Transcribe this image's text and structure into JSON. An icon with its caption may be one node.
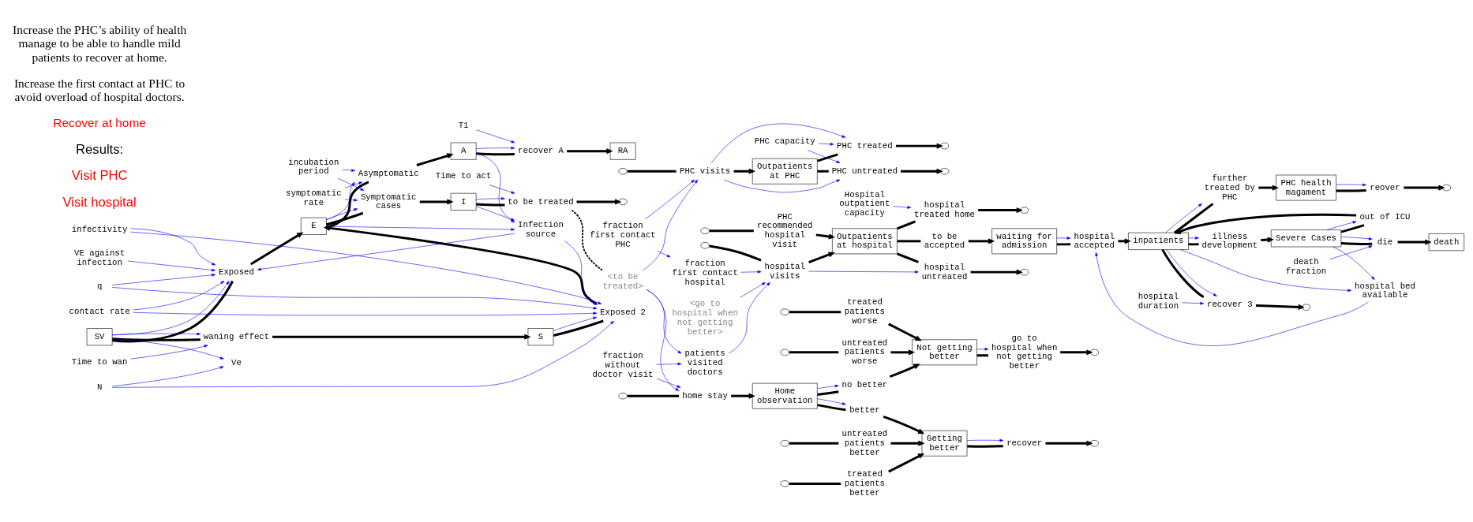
{
  "diagram": {
    "nodes": [
      {
        "text": [
          "SV"
        ]
      },
      {
        "text": [
          "S"
        ]
      },
      {
        "text": [
          "E"
        ]
      },
      {
        "text": [
          "A"
        ]
      },
      {
        "text": [
          "I"
        ]
      },
      {
        "text": [
          "RA"
        ]
      },
      {
        "text": [
          "Exposed"
        ]
      },
      {
        "text": [
          "Exposed 2"
        ]
      },
      {
        "text": [
          "waning effect"
        ]
      },
      {
        "text": [
          "Asymptomatic"
        ]
      },
      {
        "text": [
          "Symptomatic cases"
        ]
      },
      {
        "text": [
          "recover A"
        ]
      },
      {
        "text": [
          "to be treated"
        ]
      },
      {
        "text": [
          "Time to wan"
        ]
      },
      {
        "text": [
          "VE against infection"
        ]
      },
      {
        "text": [
          "Ve"
        ]
      },
      {
        "text": [
          "incubation period"
        ]
      },
      {
        "text": [
          "symptomatic rate"
        ]
      },
      {
        "text": [
          "T1"
        ]
      },
      {
        "text": [
          "contact rate"
        ]
      },
      {
        "text": [
          "N"
        ]
      },
      {
        "text": [
          "infectivity"
        ]
      },
      {
        "text": [
          "q"
        ]
      },
      {
        "text": [
          "Infection source"
        ]
      },
      {
        "text": [
          "Time to act"
        ]
      },
      {
        "text": [
          "<go to hospital when not getting better>"
        ]
      },
      {
        "text": [
          "Hospital outpatient capacity"
        ]
      },
      {
        "text": [
          "PHC recommended hospital visit"
        ]
      },
      {
        "text": [
          "Outpatients at hospital"
        ]
      },
      {
        "text": [
          "waiting for admission"
        ]
      },
      {
        "text": [
          "inpatients"
        ]
      },
      {
        "text": [
          "Severe Cases"
        ]
      },
      {
        "text": [
          "death"
        ]
      },
      {
        "text": [
          "hospital visits"
        ]
      },
      {
        "text": [
          "to be accepted"
        ]
      },
      {
        "text": [
          "hospital accepted"
        ]
      },
      {
        "text": [
          "illness development"
        ]
      },
      {
        "text": [
          "die"
        ]
      },
      {
        "text": [
          "out of ICU"
        ]
      },
      {
        "text": [
          "hospital untreated"
        ]
      },
      {
        "text": [
          "hospital treated home"
        ]
      },
      {
        "text": [
          "fraction first contact hospital"
        ]
      },
      {
        "text": [
          "patients visited doctors"
        ]
      },
      {
        "text": [
          "death fraction"
        ]
      },
      {
        "text": [
          "hospital bed available"
        ]
      },
      {
        "text": [
          "further treated by PHC"
        ]
      },
      {
        "text": [
          "recover 3"
        ]
      },
      {
        "text": [
          "hospital duration"
        ]
      },
      {
        "text": [
          "PHC capacity"
        ]
      },
      {
        "text": [
          "PHC health magament"
        ]
      },
      {
        "text": [
          "reover"
        ]
      },
      {
        "text": [
          "Outpatients at PHC"
        ]
      },
      {
        "text": [
          "PHC visits"
        ]
      },
      {
        "text": [
          "PHC treated"
        ]
      },
      {
        "text": [
          "PHC untreated"
        ]
      },
      {
        "text": [
          "fraction first contact PHC"
        ]
      },
      {
        "text": [
          "<to be treated>"
        ]
      },
      {
        "text": [
          "fraction without doctor visit"
        ]
      },
      {
        "text": [
          "Home observation"
        ]
      },
      {
        "text": [
          "home stay"
        ]
      },
      {
        "text": [
          "no better"
        ]
      },
      {
        "text": [
          "Not getting better"
        ]
      },
      {
        "text": [
          "untreated patients worse"
        ]
      },
      {
        "text": [
          "treated patients worse"
        ]
      },
      {
        "text": [
          "go to hospital when not getting better"
        ]
      },
      {
        "text": [
          "better"
        ]
      },
      {
        "text": [
          "Getting better"
        ]
      },
      {
        "text": [
          "untreated patients better"
        ]
      },
      {
        "text": [
          "treated patients better"
        ]
      },
      {
        "text": [
          "recover"
        ]
      },
      {
        "text": [],
        "shape": "cloud"
      },
      {
        "text": [],
        "shape": "cloud"
      },
      {
        "text": [],
        "shape": "cloud"
      },
      {
        "text": [],
        "shape": "cloud"
      },
      {
        "text": [],
        "shape": "cloud"
      },
      {
        "text": [],
        "shape": "cloud"
      },
      {
        "text": [],
        "shape": "cloud"
      },
      {
        "text": [],
        "shape": "cloud"
      },
      {
        "text": [],
        "shape": "cloud"
      },
      {
        "text": [],
        "shape": "cloud"
      },
      {
        "text": [],
        "shape": "cloud"
      },
      {
        "text": [],
        "shape": "cloud"
      },
      {
        "text": [],
        "shape": "cloud"
      },
      {
        "text": [],
        "shape": "cloud"
      },
      {
        "text": [],
        "shape": "cloud"
      },
      {
        "text": [],
        "shape": "cloud"
      },
      {
        "text": [],
        "shape": "cloud"
      }
    ],
    "edges": [
      {
        "from": 0,
        "to": 6,
        "arrow": "none"
      },
      {
        "from": 6,
        "to": 2,
        "arrow": "to"
      },
      {
        "from": 1,
        "to": 7,
        "arrow": "none"
      },
      {
        "from": 7,
        "to": 2,
        "arrow": "to"
      },
      {
        "from": 0,
        "to": 8,
        "arrow": "none"
      },
      {
        "from": 8,
        "to": 1,
        "arrow": "to"
      },
      {
        "from": 2,
        "to": 9,
        "arrow": "none"
      },
      {
        "from": 9,
        "to": 3,
        "arrow": "to"
      },
      {
        "from": 2,
        "to": 10,
        "arrow": "none"
      },
      {
        "from": 10,
        "to": 4,
        "arrow": "to"
      },
      {
        "from": 3,
        "to": 11,
        "arrow": "none"
      },
      {
        "from": 11,
        "to": 5,
        "arrow": "to"
      },
      {
        "from": 4,
        "to": 12,
        "arrow": "none"
      },
      {
        "from": 12,
        "to": 70,
        "arrow": "to"
      },
      {
        "from": 13,
        "to": 8,
        "arrow": "to",
        "color": "#0000ff"
      },
      {
        "from": 0,
        "to": 8,
        "arrow": "to",
        "color": "#0000ff"
      },
      {
        "from": 0,
        "to": 6,
        "arrow": "to",
        "color": "#0000ff"
      },
      {
        "from": 0,
        "to": 15,
        "arrow": "to",
        "color": "#0000ff"
      },
      {
        "from": 14,
        "to": 6,
        "arrow": "to",
        "color": "#0000ff"
      },
      {
        "from": 20,
        "to": 15,
        "arrow": "to",
        "color": "#0000ff"
      },
      {
        "from": 19,
        "to": 6,
        "arrow": "to",
        "color": "#0000ff"
      },
      {
        "from": 19,
        "to": 7,
        "arrow": "to",
        "color": "#0000ff"
      },
      {
        "from": 20,
        "to": 7,
        "arrow": "to",
        "color": "#0000ff"
      },
      {
        "from": 21,
        "to": 6,
        "arrow": "to",
        "color": "#0000ff"
      },
      {
        "from": 21,
        "to": 7,
        "arrow": "to",
        "color": "#0000ff"
      },
      {
        "from": 22,
        "to": 6,
        "arrow": "to",
        "color": "#0000ff"
      },
      {
        "from": 22,
        "to": 7,
        "arrow": "to",
        "color": "#0000ff"
      },
      {
        "from": 23,
        "to": 6,
        "arrow": "to",
        "color": "#0000ff"
      },
      {
        "from": 23,
        "to": 7,
        "arrow": "to",
        "color": "#0000ff"
      },
      {
        "from": 1,
        "to": 7,
        "arrow": "to",
        "color": "#0000ff"
      },
      {
        "from": 2,
        "to": 23,
        "arrow": "to",
        "color": "#0000ff"
      },
      {
        "from": 2,
        "to": 9,
        "arrow": "to",
        "color": "#0000ff"
      },
      {
        "from": 2,
        "to": 10,
        "arrow": "to",
        "color": "#0000ff"
      },
      {
        "from": 16,
        "to": 9,
        "arrow": "to",
        "color": "#0000ff"
      },
      {
        "from": 16,
        "to": 10,
        "arrow": "to",
        "color": "#0000ff"
      },
      {
        "from": 17,
        "to": 9,
        "arrow": "to",
        "color": "#0000ff"
      },
      {
        "from": 17,
        "to": 10,
        "arrow": "to",
        "color": "#0000ff"
      },
      {
        "from": 3,
        "to": 23,
        "arrow": "to",
        "color": "#0000ff"
      },
      {
        "from": 4,
        "to": 23,
        "arrow": "to",
        "color": "#0000ff"
      },
      {
        "from": 3,
        "to": 11,
        "arrow": "to",
        "color": "#0000ff"
      },
      {
        "from": 18,
        "to": 11,
        "arrow": "to",
        "color": "#0000ff"
      },
      {
        "from": 4,
        "to": 12,
        "arrow": "to",
        "color": "#0000ff"
      },
      {
        "from": 24,
        "to": 12,
        "arrow": "to",
        "color": "#0000ff"
      },
      {
        "from": 12,
        "to": 56,
        "arrow": "none",
        "style": "dashed"
      },
      {
        "from": 71,
        "to": 33,
        "arrow": "none"
      },
      {
        "from": 33,
        "to": 28,
        "arrow": "to"
      },
      {
        "from": 72,
        "to": 27,
        "arrow": "none"
      },
      {
        "from": 27,
        "to": 28,
        "arrow": "to"
      },
      {
        "from": 28,
        "to": 34,
        "arrow": "none"
      },
      {
        "from": 34,
        "to": 29,
        "arrow": "to"
      },
      {
        "from": 29,
        "to": 35,
        "arrow": "none"
      },
      {
        "from": 35,
        "to": 30,
        "arrow": "to"
      },
      {
        "from": 30,
        "to": 36,
        "arrow": "none"
      },
      {
        "from": 36,
        "to": 31,
        "arrow": "to"
      },
      {
        "from": 31,
        "to": 37,
        "arrow": "none"
      },
      {
        "from": 37,
        "to": 32,
        "arrow": "to"
      },
      {
        "from": 31,
        "to": 38,
        "arrow": "none"
      },
      {
        "from": 38,
        "to": 30,
        "arrow": "to"
      },
      {
        "from": 28,
        "to": 39,
        "arrow": "none"
      },
      {
        "from": 39,
        "to": 73,
        "arrow": "to"
      },
      {
        "from": 28,
        "to": 40,
        "arrow": "none"
      },
      {
        "from": 40,
        "to": 74,
        "arrow": "to"
      },
      {
        "from": 30,
        "to": 45,
        "arrow": "none"
      },
      {
        "from": 45,
        "to": 49,
        "arrow": "to"
      },
      {
        "from": 30,
        "to": 46,
        "arrow": "none"
      },
      {
        "from": 46,
        "to": 75,
        "arrow": "to"
      },
      {
        "from": 49,
        "to": 50,
        "arrow": "none"
      },
      {
        "from": 50,
        "to": 76,
        "arrow": "to"
      },
      {
        "from": 77,
        "to": 52,
        "arrow": "none"
      },
      {
        "from": 52,
        "to": 51,
        "arrow": "to"
      },
      {
        "from": 51,
        "to": 53,
        "arrow": "none"
      },
      {
        "from": 53,
        "to": 78,
        "arrow": "to"
      },
      {
        "from": 51,
        "to": 54,
        "arrow": "none"
      },
      {
        "from": 54,
        "to": 79,
        "arrow": "to"
      },
      {
        "from": 80,
        "to": 59,
        "arrow": "none"
      },
      {
        "from": 59,
        "to": 58,
        "arrow": "to"
      },
      {
        "from": 58,
        "to": 60,
        "arrow": "none"
      },
      {
        "from": 60,
        "to": 61,
        "arrow": "to"
      },
      {
        "from": 81,
        "to": 62,
        "arrow": "none"
      },
      {
        "from": 62,
        "to": 61,
        "arrow": "to"
      },
      {
        "from": 82,
        "to": 63,
        "arrow": "none"
      },
      {
        "from": 63,
        "to": 61,
        "arrow": "to"
      },
      {
        "from": 61,
        "to": 64,
        "arrow": "none"
      },
      {
        "from": 64,
        "to": 83,
        "arrow": "to"
      },
      {
        "from": 58,
        "to": 65,
        "arrow": "none"
      },
      {
        "from": 65,
        "to": 66,
        "arrow": "to"
      },
      {
        "from": 84,
        "to": 67,
        "arrow": "none"
      },
      {
        "from": 67,
        "to": 66,
        "arrow": "to"
      },
      {
        "from": 85,
        "to": 68,
        "arrow": "none"
      },
      {
        "from": 68,
        "to": 66,
        "arrow": "to"
      },
      {
        "from": 66,
        "to": 69,
        "arrow": "none"
      },
      {
        "from": 69,
        "to": 86,
        "arrow": "to"
      },
      {
        "from": 25,
        "to": 33,
        "arrow": "to",
        "color": "#0000ff"
      },
      {
        "from": 42,
        "to": 33,
        "arrow": "to",
        "color": "#0000ff"
      },
      {
        "from": 41,
        "to": 33,
        "arrow": "to",
        "color": "#0000ff"
      },
      {
        "from": 26,
        "to": 40,
        "arrow": "to",
        "color": "#0000ff"
      },
      {
        "from": 33,
        "to": 39,
        "arrow": "to",
        "color": "#0000ff"
      },
      {
        "from": 29,
        "to": 35,
        "arrow": "to",
        "color": "#0000ff"
      },
      {
        "from": 44,
        "to": 35,
        "arrow": "to",
        "color": "#0000ff"
      },
      {
        "from": 30,
        "to": 36,
        "arrow": "to",
        "color": "#0000ff"
      },
      {
        "from": 30,
        "to": 44,
        "arrow": "to",
        "color": "#0000ff"
      },
      {
        "from": 30,
        "to": 45,
        "arrow": "to",
        "color": "#0000ff"
      },
      {
        "from": 30,
        "to": 46,
        "arrow": "to",
        "color": "#0000ff"
      },
      {
        "from": 47,
        "to": 46,
        "arrow": "to",
        "color": "#0000ff"
      },
      {
        "from": 31,
        "to": 38,
        "arrow": "to",
        "color": "#0000ff"
      },
      {
        "from": 31,
        "to": 37,
        "arrow": "to",
        "color": "#0000ff"
      },
      {
        "from": 31,
        "to": 44,
        "arrow": "to",
        "color": "#0000ff"
      },
      {
        "from": 43,
        "to": 37,
        "arrow": "to",
        "color": "#0000ff"
      },
      {
        "from": 49,
        "to": 50,
        "arrow": "to",
        "color": "#0000ff"
      },
      {
        "from": 55,
        "to": 52,
        "arrow": "to",
        "color": "#0000ff"
      },
      {
        "from": 56,
        "to": 52,
        "arrow": "to",
        "color": "#0000ff"
      },
      {
        "from": 56,
        "to": 42,
        "arrow": "to",
        "color": "#0000ff"
      },
      {
        "from": 57,
        "to": 42,
        "arrow": "to",
        "color": "#0000ff"
      },
      {
        "from": 55,
        "to": 41,
        "arrow": "to",
        "color": "#0000ff"
      },
      {
        "from": 52,
        "to": 53,
        "arrow": "to",
        "color": "#0000ff"
      },
      {
        "from": 52,
        "to": 54,
        "arrow": "to",
        "color": "#0000ff"
      },
      {
        "from": 48,
        "to": 53,
        "arrow": "to",
        "color": "#0000ff"
      },
      {
        "from": 48,
        "to": 54,
        "arrow": "to",
        "color": "#0000ff"
      },
      {
        "from": 56,
        "to": 59,
        "arrow": "to",
        "color": "#0000ff"
      },
      {
        "from": 57,
        "to": 59,
        "arrow": "to",
        "color": "#0000ff"
      },
      {
        "from": 58,
        "to": 60,
        "arrow": "to",
        "color": "#0000ff"
      },
      {
        "from": 61,
        "to": 64,
        "arrow": "to",
        "color": "#0000ff"
      },
      {
        "from": 58,
        "to": 65,
        "arrow": "to",
        "color": "#0000ff"
      },
      {
        "from": 66,
        "to": 69,
        "arrow": "to",
        "color": "#0000ff"
      }
    ],
    "labels": [
      "Visit hospital",
      "Visit PHC",
      "Results:",
      "Recover at home",
      "Increase the first contact at PHC to avoid overload of hospital doctors.",
      "Increase the PHC’s ability of health manage to be able to handle mild patients to recover at home."
    ]
  }
}
